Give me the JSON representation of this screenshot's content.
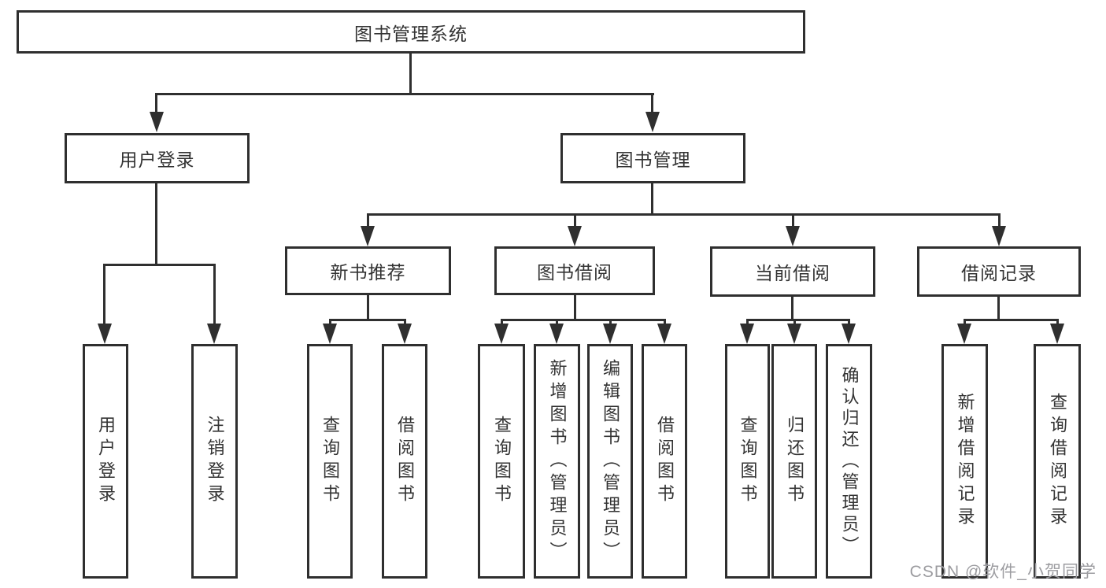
{
  "diagram": {
    "nodes": {
      "root": {
        "label": "图书管理系统"
      },
      "user_login": {
        "label": "用户登录"
      },
      "book_mgmt": {
        "label": "图书管理"
      },
      "new_book_rec": {
        "label": "新书推荐"
      },
      "book_borrow": {
        "label": "图书借阅"
      },
      "current_borrow": {
        "label": "当前借阅"
      },
      "borrow_records": {
        "label": "借阅记录"
      },
      "ul_login": {
        "label": "用户登录"
      },
      "ul_logout": {
        "label": "注销登录"
      },
      "nb_query": {
        "label": "查询图书"
      },
      "nb_borrow": {
        "label": "借阅图书"
      },
      "bb_query": {
        "label": "查询图书"
      },
      "bb_add": {
        "label": "新增图书（管理员）"
      },
      "bb_edit": {
        "label": "编辑图书（管理员）"
      },
      "bb_borrow": {
        "label": "借阅图书"
      },
      "cb_query": {
        "label": "查询图书"
      },
      "cb_return": {
        "label": "归还图书"
      },
      "cb_confirm": {
        "label": "确认归还（管理员）"
      },
      "br_add": {
        "label": "新增借阅记录"
      },
      "br_query": {
        "label": "查询借阅记录"
      }
    },
    "hierarchy": {
      "图书管理系统": {
        "用户登录": [
          "用户登录",
          "注销登录"
        ],
        "图书管理": {
          "新书推荐": [
            "查询图书",
            "借阅图书"
          ],
          "图书借阅": [
            "查询图书",
            "新增图书（管理员）",
            "编辑图书（管理员）",
            "借阅图书"
          ],
          "当前借阅": [
            "查询图书",
            "归还图书",
            "确认归还（管理员）"
          ],
          "借阅记录": [
            "新增借阅记录",
            "查询借阅记录"
          ]
        }
      }
    },
    "colors": {
      "line": "#2f2f2f",
      "box_border": "#2f2f2f",
      "text": "#333333",
      "background": "#ffffff",
      "watermark": "#9c9ca0"
    }
  },
  "watermark": {
    "text": "CSDN @软件_小贺同学"
  }
}
